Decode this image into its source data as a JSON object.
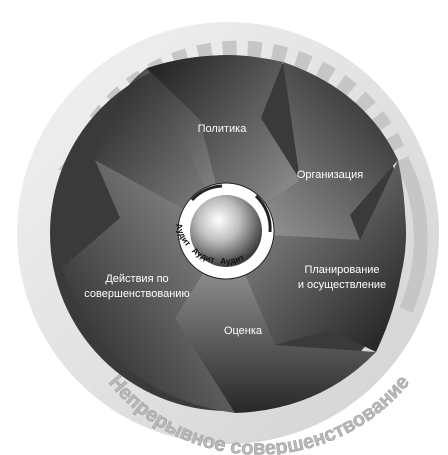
{
  "segments": {
    "policy": "Политика",
    "organization": "Организация",
    "planning_line1": "Планирование",
    "planning_line2": "и осуществление",
    "evaluation": "Оценка",
    "improvement_line1": "Действия по",
    "improvement_line2": "совершенствованию"
  },
  "ring_label": "Непрерывное совершенствование",
  "audit_labels": [
    "Аудит",
    "Аудит",
    "Аудит"
  ],
  "colors": {
    "outer_ring": "#e6e6e6",
    "arrow": "#c3c3c3",
    "segment_dark": "#2a2a2a",
    "segment_light": "#9a9a9a"
  }
}
